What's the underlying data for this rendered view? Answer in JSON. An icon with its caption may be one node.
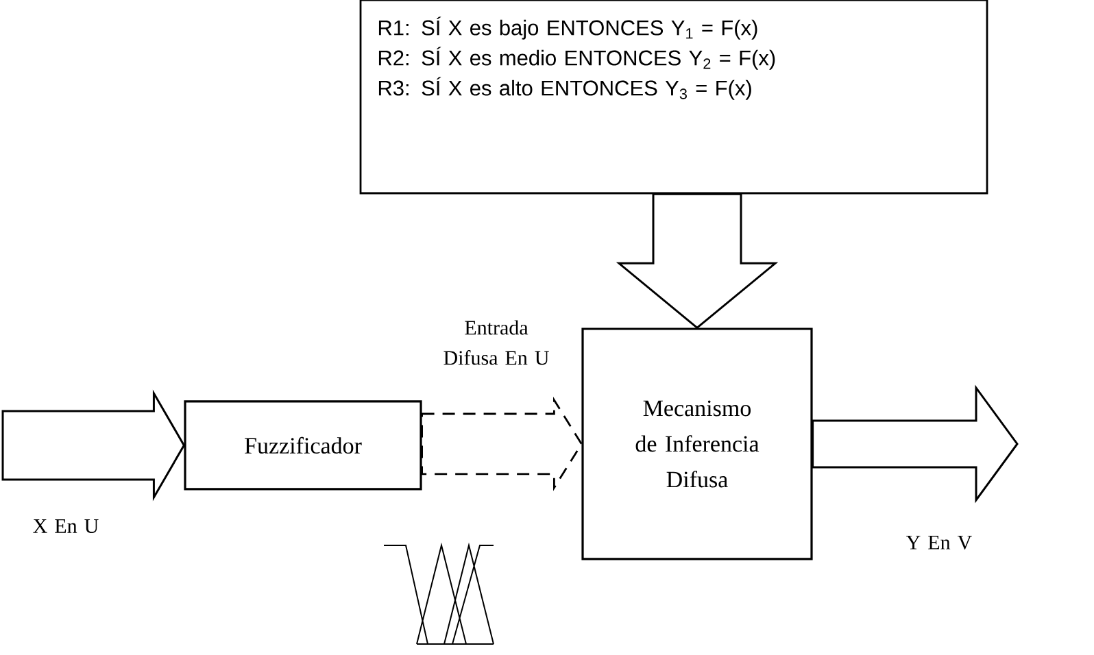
{
  "diagram": {
    "nodes": [
      {
        "text": [
          "R1: SÍ X es bajo ENTONCES Y$_{1}$ = F(x)",
          "R2: SÍ X es medio ENTONCES Y$_{2}$ = F(x)",
          "R3: SÍ X es alto ENTONCES Y$_{3}$ = F(x)"
        ]
      },
      {
        "text": [
          "Fuzzificador"
        ]
      },
      {
        "text": [
          "Mecanismo de Inferencia Difusa"
        ]
      }
    ],
    "edges": [
      {
        "from": 0,
        "to": 2,
        "arrow": "to"
      },
      {
        "from": null,
        "to": 1,
        "arrow": "to",
        "label": "X En U"
      },
      {
        "from": 1,
        "to": 2,
        "arrow": "to",
        "style": "dashed",
        "label": "Entrada Difusa En U"
      },
      {
        "from": 2,
        "to": null,
        "arrow": "to",
        "label": "Y En V"
      }
    ]
  }
}
